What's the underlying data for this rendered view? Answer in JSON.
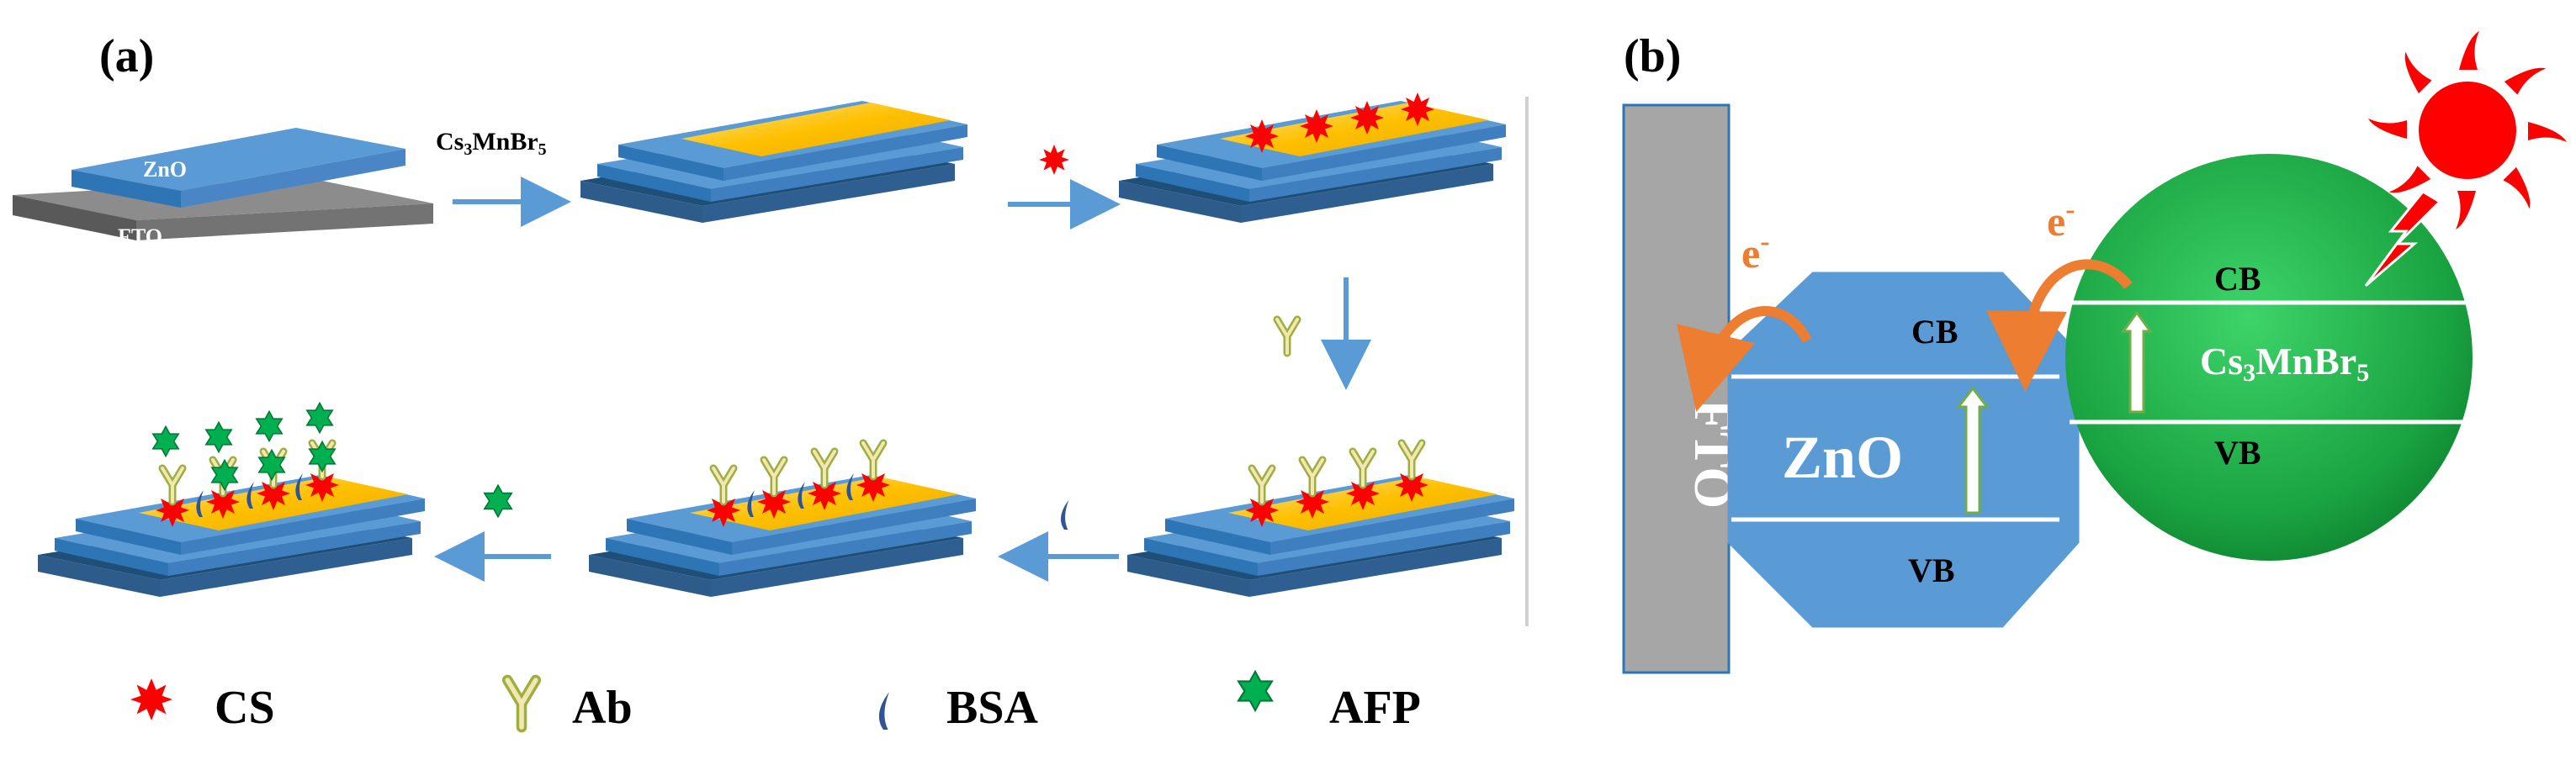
{
  "panel_a": {
    "label": "(a)",
    "zno_label": "ZnO",
    "fto_label": "FTO",
    "reagent": {
      "main": "Cs",
      "sub1": "3",
      "mid": "MnBr",
      "sub2": "5"
    }
  },
  "legend": {
    "cs": "CS",
    "ab": "Ab",
    "bsa": "BSA",
    "afp": "AFP"
  },
  "panel_b": {
    "label": "(b)",
    "fto": "FTO",
    "zno": "ZnO",
    "zno_cb": "CB",
    "zno_vb": "VB",
    "cs_cb": "CB",
    "cs_vb": "VB",
    "cs_name": {
      "main": "Cs",
      "sub1": "3",
      "mid": "MnBr",
      "sub2": "5"
    },
    "electron_1": {
      "base": "e",
      "sup": "-"
    },
    "electron_2": {
      "base": "e",
      "sup": "-"
    }
  },
  "colors": {
    "fto": "#8c8c8c",
    "zno": "#5b9bd5",
    "film": "#ffc000",
    "cs": "#ff0000",
    "afp": "#00b050",
    "green_sphere": "#22b14c",
    "arrow": "#5b9bd5",
    "electron_arrow": "#ed7d31"
  }
}
